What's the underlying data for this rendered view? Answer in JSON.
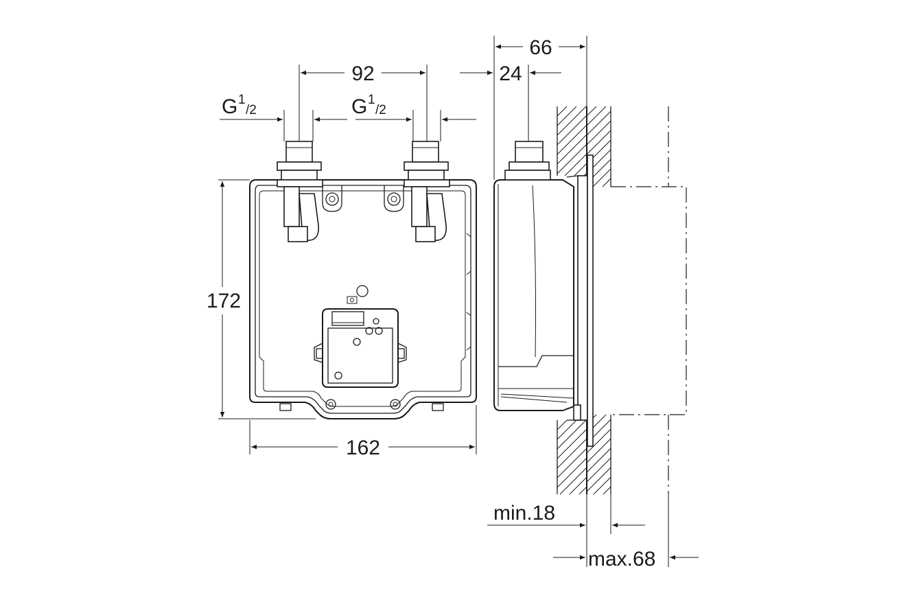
{
  "dimensions": {
    "width_front": "162",
    "height_front": "172",
    "inlet_spacing": "92",
    "depth_total": "66",
    "inlet_offset": "24",
    "thread_left": "G",
    "thread_right": "G",
    "thread_fraction_num": "1",
    "thread_fraction_den": "/2",
    "wall_min": "min.18",
    "wall_max": "max.68"
  },
  "colors": {
    "line": "#1a1a1a",
    "background": "#ffffff"
  }
}
